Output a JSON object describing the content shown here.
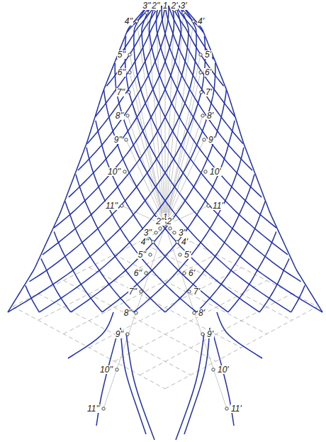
{
  "diagram": {
    "labels": [
      "1",
      "2''",
      "3''",
      "4''",
      "5''",
      "6''",
      "7''",
      "8''",
      "9''",
      "10''",
      "11''",
      "2'",
      "3'",
      "4'",
      "5'",
      "6'",
      "7'",
      "8'",
      "9'",
      "10'",
      "11'",
      "1",
      "2''",
      "3''",
      "4''",
      "5''",
      "6''",
      "7''",
      "8''",
      "9''",
      "10''",
      "11''",
      "2'",
      "3'",
      "4'",
      "5'",
      "6'",
      "7'",
      "8'",
      "9'",
      "10'",
      "11'"
    ]
  }
}
